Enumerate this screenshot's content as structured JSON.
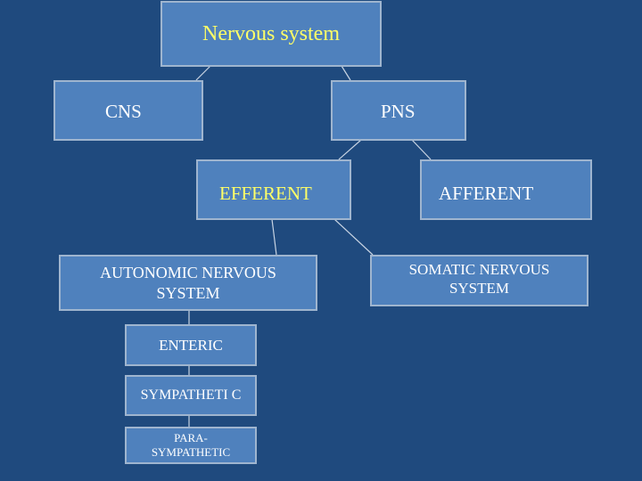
{
  "nodes": {
    "root": "Nervous system",
    "cns": "CNS",
    "pns": "PNS",
    "efferent": "EFFERENT",
    "afferent": "AFFERENT",
    "autonomic": "AUTONOMIC NERVOUS SYSTEM",
    "somatic": "SOMATIC NERVOUS SYSTEM",
    "enteric": "ENTERIC",
    "sympathetic": "SYMPATHETI C",
    "parasympathetic": "PARA-SYMPATHETIC"
  },
  "colors": {
    "background": "#1f4a7e",
    "box_fill": "#4f81bd",
    "box_border": "#9fb5cf",
    "title_text": "#ffff66",
    "body_text": "#ffffff"
  }
}
